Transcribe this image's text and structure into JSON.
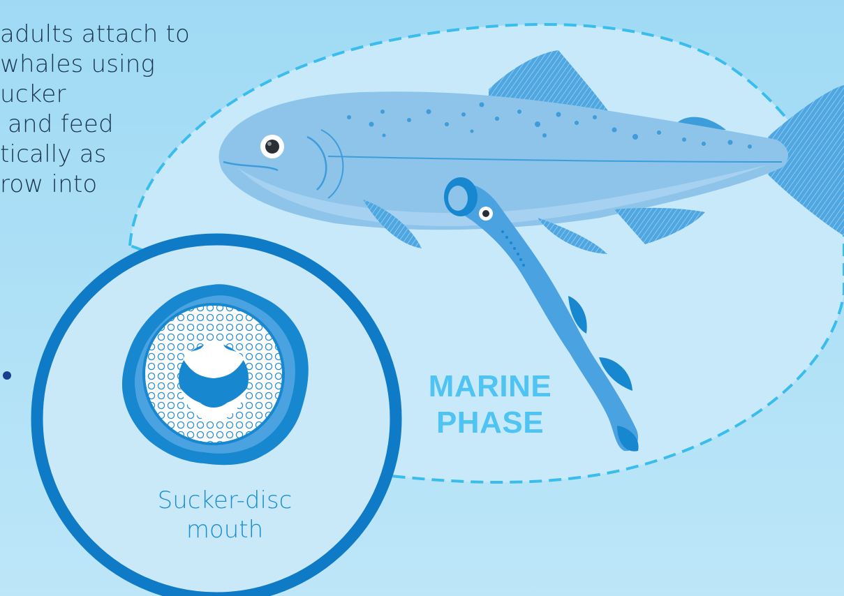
{
  "intro_text": "adults attach to\nwhales using\nucker\n and feed\ntically as\nrow into",
  "phase_label": "MARINE\nPHASE",
  "mouth_label": "Sucker-disc\nmouth",
  "colors": {
    "background": "#a9ddf4",
    "bubble_fill": "#c7e9f9",
    "dashed_border": "#39bdec",
    "fish_body": "#8ec3ea",
    "fish_fin": "#3d9ddb",
    "lamprey": "#4aa3e0",
    "lamprey_dark": "#1787d0",
    "inset_ring": "#0f7bc6",
    "inset_fill": "#c9e9f8",
    "phase_label": "#4fc3f1",
    "mouth_label": "#1a8fd0",
    "body_text": "#1b3650",
    "bullet": "#173f8f"
  },
  "icons": {
    "fish": "salmon-fish-icon",
    "lamprey": "sea-lamprey-icon",
    "mouth": "sucker-disc-mouth-icon"
  }
}
